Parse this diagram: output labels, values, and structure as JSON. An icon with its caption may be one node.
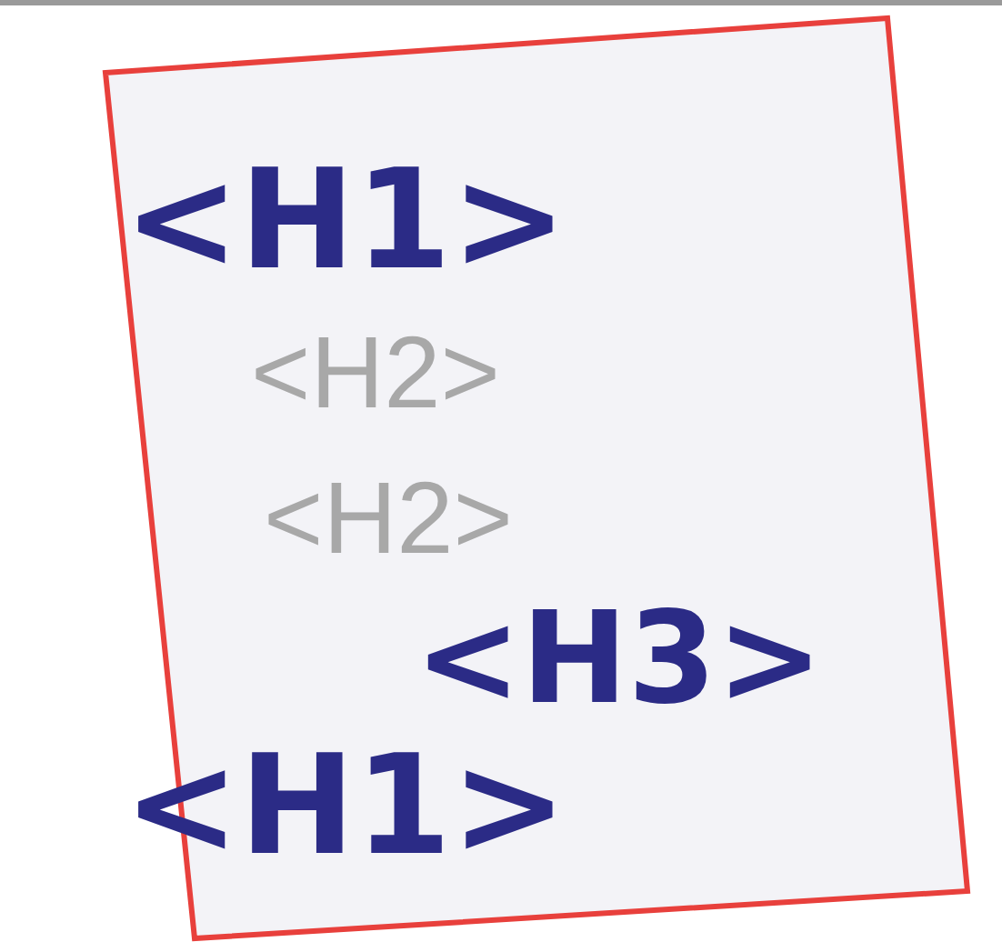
{
  "diagram": {
    "nodes": [
      {
        "text": [
          "<H1>",
          "<H2>",
          "<H2>",
          "<H3>",
          "<H1>"
        ]
      }
    ]
  }
}
